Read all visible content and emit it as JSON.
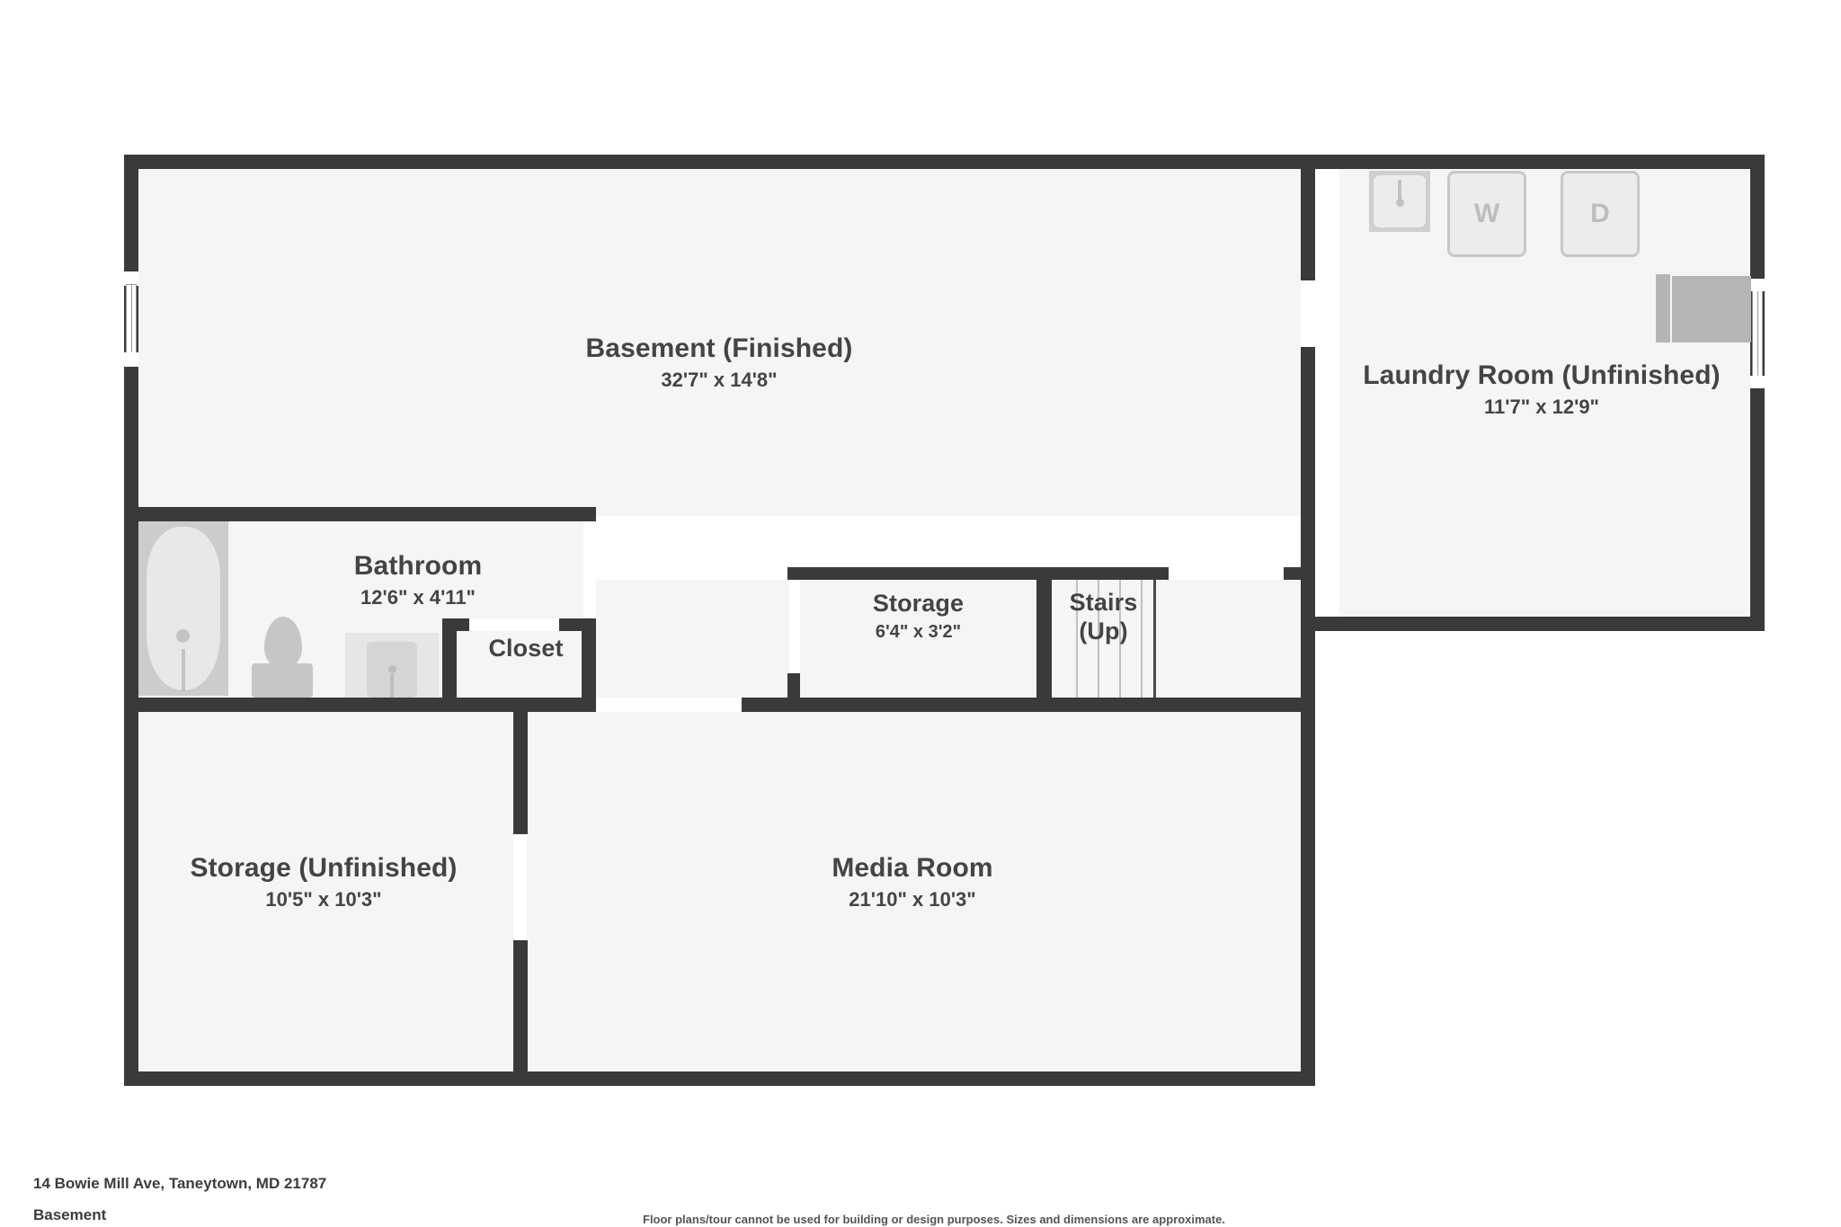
{
  "document": {
    "type": "floor-plan",
    "address": "14 Bowie Mill Ave, Taneytown, MD 21787",
    "floor": "Basement",
    "disclaimer": "Floor plans/tour cannot be used for building or design purposes. Sizes and dimensions are approximate."
  },
  "colors": {
    "wall": "#3a3a3a",
    "floor": "#f5f5f5",
    "label_text": "#444444",
    "fixture": "#c6c6c6",
    "appliance_fill": "#ececec",
    "appliance_stroke": "#c8c8c8",
    "background": "#ffffff"
  },
  "rooms": [
    {
      "id": "basement",
      "name": "Basement (Finished)",
      "dimensions": "32'7\" x 14'8\"",
      "finished": false
    },
    {
      "id": "laundry",
      "name": "Laundry Room (Unfinished)",
      "dimensions": "11'7\" x 12'9\"",
      "finished": false
    },
    {
      "id": "bathroom",
      "name": "Bathroom",
      "dimensions": "12'6\" x 4'11\"",
      "finished": true
    },
    {
      "id": "closet",
      "name": "Closet",
      "dimensions": "",
      "finished": true
    },
    {
      "id": "storage-mid",
      "name": "Storage",
      "dimensions": "6'4\" x 3'2\"",
      "finished": true
    },
    {
      "id": "stairs",
      "name": "Stairs\n(Up)",
      "dimensions": "",
      "finished": true
    },
    {
      "id": "storage-unfinished",
      "name": "Storage (Unfinished)",
      "dimensions": "10'5\" x 10'3\"",
      "finished": false
    },
    {
      "id": "media-room",
      "name": "Media Room",
      "dimensions": "21'10\" x 10'3\"",
      "finished": true
    }
  ],
  "fixtures": {
    "bathtub": "bathtub-icon",
    "toilet": "toilet-icon",
    "vanity_sink": "bathroom-sink-icon",
    "laundry_sink": "utility-sink-icon",
    "washer_label": "W",
    "dryer_label": "D",
    "water_heater": "water-heater-icon"
  }
}
